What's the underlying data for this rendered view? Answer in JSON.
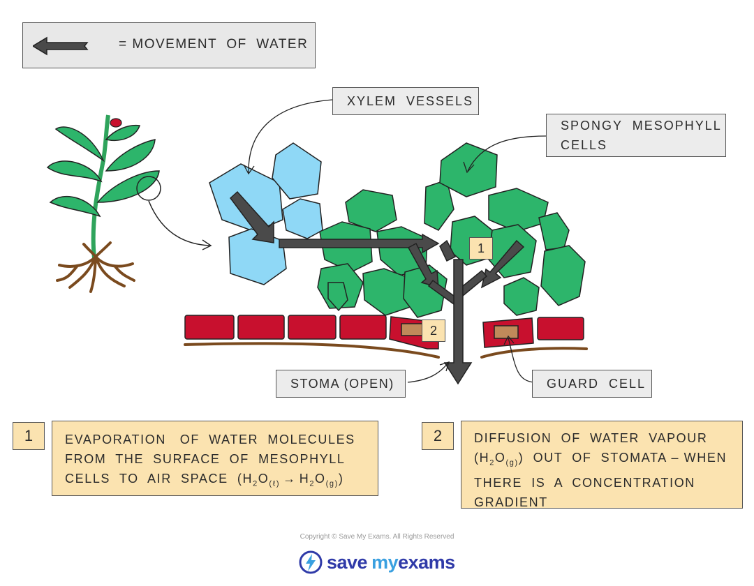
{
  "legend": {
    "text": "= MOVEMENT  OF  WATER"
  },
  "labels": {
    "xylem": "XYLEM  VESSELS",
    "spongy_line1": "SPONGY  MESOPHYLL",
    "spongy_line2": "CELLS",
    "stoma": "STOMA (OPEN)",
    "guard": "GUARD  CELL"
  },
  "markers": {
    "one": "1",
    "two": "2"
  },
  "notes": {
    "one": {
      "number": "1",
      "line1": "EVAPORATION   OF  WATER  MOLECULES",
      "line2": "FROM  THE  SURFACE  OF  MESOPHYLL",
      "line3_prefix": "CELLS  TO  AIR  SPACE  (H",
      "sub2": "2",
      "o": "O",
      "state_l": "(ℓ)",
      "arrow": "→",
      "h": "H",
      "state_g": "(g)",
      "close": ")"
    },
    "two": {
      "number": "2",
      "line1": "DIFFUSION  OF  WATER  VAPOUR",
      "line2_prefix": "(H",
      "sub2": "2",
      "o": "O",
      "state_g": "(g)",
      "line2_suffix": ")  OUT  OF  STOMATA – WHEN",
      "line3": "THERE  IS  A  CONCENTRATION",
      "line4": "GRADIENT"
    }
  },
  "footer": {
    "copyright": "Copyright © Save My Exams. All Rights Reserved",
    "brand_save": "save",
    "brand_my": "my",
    "brand_exams": "exams"
  },
  "colors": {
    "xylem": "#8fd8f6",
    "mesophyll": "#2db56b",
    "epidermis": "#c8102e",
    "guard_inner": "#c08a5a",
    "arrow": "#4a4a4a",
    "note_fill": "#fbe3b0"
  }
}
